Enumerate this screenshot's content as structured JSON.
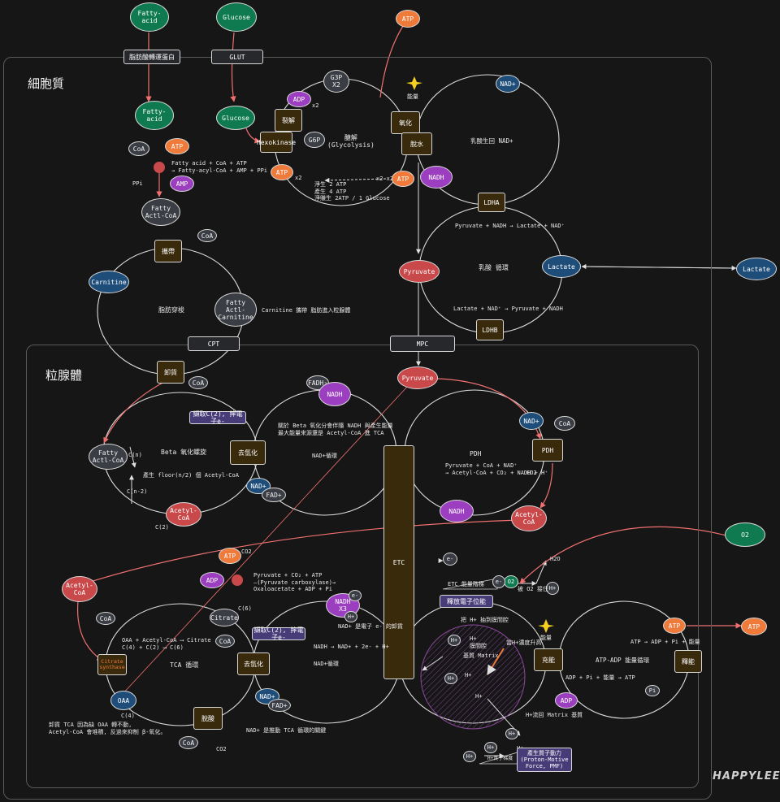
{
  "regions": {
    "cytoplasm": "細胞質",
    "mitochondria": "粒腺體"
  },
  "brand": "HAPPYLEE",
  "membrane_labels": {
    "fatty_acid_transport": "脂肪酸轉運蛋白",
    "glut": "GLUT",
    "cpt": "CPT",
    "mpc": "MPC"
  },
  "top": {
    "fatty_acid_top": "Fatty-\nacid",
    "glucose_top": "Glucose",
    "atp_top": "ATP"
  },
  "activation": {
    "fatty_acid": "Fatty-\nacid",
    "coa": "CoA",
    "atp": "ATP",
    "amp": "AMP",
    "ppi": "PPi",
    "equation": "Fatty acid + CoA + ATP\n→ Fatty-acyl-CoA + AMP + PPi",
    "fatty_acyl_coa": "Fatty\nActl-CoA"
  },
  "carnitine_shuttle": {
    "carry": "攜帶",
    "coa": "CoA",
    "carnitine": "Carnitine",
    "center": "脂肪穿梭",
    "fatty_acyl_carnitine": "Fatty\nActl-\nCarnitine",
    "note": "Carnitine 攜帶 脂肪進入粒腺體",
    "unload": "卸貨",
    "coa2": "CoA"
  },
  "glycolysis": {
    "g3p": "G3P\nX2",
    "adp": "ADP",
    "x2_adp": "x2",
    "cleave": "裂解",
    "hexokinase": "Hexokinase",
    "g6p": "G6P",
    "title": "醣解\n(Glycolysis)",
    "glucose": "Glucose",
    "atp_in": "ATP",
    "x2_left": "x2",
    "x2_right": "x2 x2",
    "atp_out": "ATP",
    "summary": "淨生 2 ATP\n產生 4 ATP\n淨賺生 2ATP / 1 Glucose",
    "oxidize": "氧化",
    "dehydrate": "脫水",
    "energy": "能量",
    "nadh": "NADH"
  },
  "lactate": {
    "nad_plus": "NAD+",
    "regen": "乳酸生回 NAD+",
    "ldha": "LDHA",
    "eq1": "Pyruvate + NADH → Lactate + NAD⁺",
    "pyruvate": "Pyruvate",
    "center": "乳酸 循環",
    "lactate_in": "Lactate",
    "lactate_out": "Lactate",
    "eq2": "Lactate + NAD⁺ → Pyruvate + NADH",
    "ldhb": "LDHB"
  },
  "beta_oxidation": {
    "fatty_acyl_coa": "Fatty\nActl-CoA",
    "cn": "C(n)",
    "cn2": "C(n-2)",
    "title": "Beta 氧化螺旋",
    "note": "產生 floor(n/2) 個 Acetyl-CoA",
    "extract": "擷取C(2), 摔電子e-",
    "dehydrogenate": "去氫化",
    "nad_plus": "NAD+",
    "fadh": "FAD+",
    "acetyl_coa": "Acetyl-\nCoA",
    "c2": "C(2)"
  },
  "nadh_cycle_top": {
    "fadh2": "FADH₂",
    "nadh": "NADH",
    "note": "關於 Beta 氧化分會伴隨 NADH 與產生能量\n最大能量來源還是 Acetyl-CoA 進 TCA",
    "center": "NAD+循環"
  },
  "pdh": {
    "pyruvate": "Pyruvate",
    "nad_plus": "NAD+",
    "coa": "CoA",
    "enzyme": "PDH",
    "title": "PDH",
    "eq": "Pyruvate + CoA + NAD⁺\n→ Acetyl-CoA + CO₂ + NADH + H⁺",
    "co2": "CO2",
    "nadh": "NADH",
    "acetyl_coa": "Acetyl-\nCoA"
  },
  "oxygen": {
    "o2": "O2",
    "h2o": "H2O",
    "o2_small": "O2",
    "eminus": "e-",
    "eminus2": "e-",
    "hplus": "H+",
    "etc_energy": "ETC 能量階梯",
    "capture": "被 O2 接住",
    "release": "釋放電子位能"
  },
  "etc": {
    "label": "ETC"
  },
  "tca": {
    "acetyl_coa": "Acetyl-\nCoA",
    "atp": "ATP",
    "co2": "CO2",
    "adp": "ADP",
    "pyruvate_eq": "Pyruvate + CO₂ + ATP\n—(Pyruvate carboxylase)→\nOxaloacetate + ADP + Pi",
    "coa_top": "CoA",
    "c6": "C(6)",
    "citrate": "Citrate",
    "coa2": "CoA",
    "eq": "OAA + Acetyl-CoA ⟶ Citrate\nC(4) + C(2) ⟶ C(6)",
    "citrate_synthase": "Citrate\nsynthase",
    "title": "TCA 循環",
    "oaa": "OAA",
    "c4": "C(4)",
    "extract": "擷取C(2), 摔電子e-",
    "dehydrogenate": "去氫化",
    "decarboxylate": "脫酸",
    "coa3": "CoA",
    "co2_out": "CO2",
    "nad_plus": "NAD+",
    "fadh": "FAD+",
    "note": "卸貨 TCA 因為缺 OAA 轉不動,\nAcetyl-CoA 會堆積, 反過來抑制 β-氧化。",
    "nad_note": "NAD+ 是推動 TCA 循環的關鍵"
  },
  "nadh_cycle_bottom": {
    "nadh": "NADH\nX3",
    "eminus": "e-",
    "hplus": "H+",
    "note1": "NAD+ 是電子 e- 的卸貨",
    "eq": "NADH → NAD+ + 2e- + H+",
    "center": "NAD+循環"
  },
  "matrix": {
    "pump_note": "把 H+ 抽到膜間腔",
    "h1": "H+",
    "h1_note": "H+\n膜間腔",
    "h2": "H+",
    "h3": "H+",
    "h4": "H+",
    "center": "基質 Matrix",
    "gradient": "當H+濃度升高",
    "return_note": "H+流回 Matrix 基質",
    "h5": "H+",
    "h6": "H+",
    "h7": "H+",
    "h_small": "H+",
    "pmf": "產生質子動力\n(Proton-Motive\nForce, PMF)",
    "hplus_seq": "H+質子梯度"
  },
  "atp_cycle": {
    "atp": "ATP",
    "atp_out": "ATP",
    "charge": "充能",
    "energy": "能量",
    "title": "ATP-ADP 能量循環",
    "eq1": "ATP → ADP + Pi + 能量",
    "release": "釋能",
    "eq2": "ADP + Pi + 能量 → ATP",
    "pi": "Pi",
    "adp": "ADP"
  }
}
